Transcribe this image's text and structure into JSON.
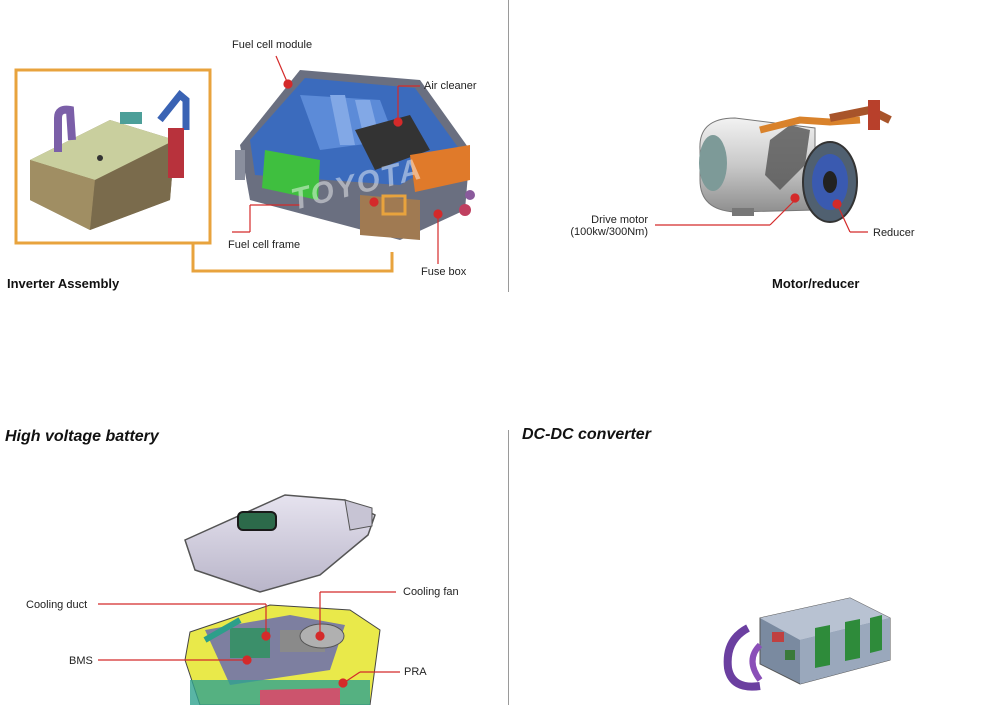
{
  "panels": {
    "fuel_cell": {
      "callouts": {
        "fuel_cell_module": "Fuel cell module",
        "air_cleaner": "Air cleaner",
        "fuel_cell_frame": "Fuel cell frame",
        "fuse_box": "Fuse box"
      },
      "caption": "Inverter Assembly",
      "watermark": "TOYOTA"
    },
    "motor": {
      "callouts": {
        "drive_motor_line1": "Drive motor",
        "drive_motor_line2": "(100kw/300Nm)",
        "reducer": "Reducer"
      },
      "caption": "Motor/reducer"
    },
    "battery": {
      "heading": "High voltage battery",
      "callouts": {
        "cooling_duct": "Cooling duct",
        "cooling_fan": "Cooling fan",
        "bms": "BMS",
        "pra": "PRA"
      }
    },
    "dcdc": {
      "heading": "DC-DC converter"
    }
  },
  "colors": {
    "highlight_frame": "#e8a33d",
    "leader_line": "#d42a2a",
    "divider": "#9a9a9a"
  }
}
